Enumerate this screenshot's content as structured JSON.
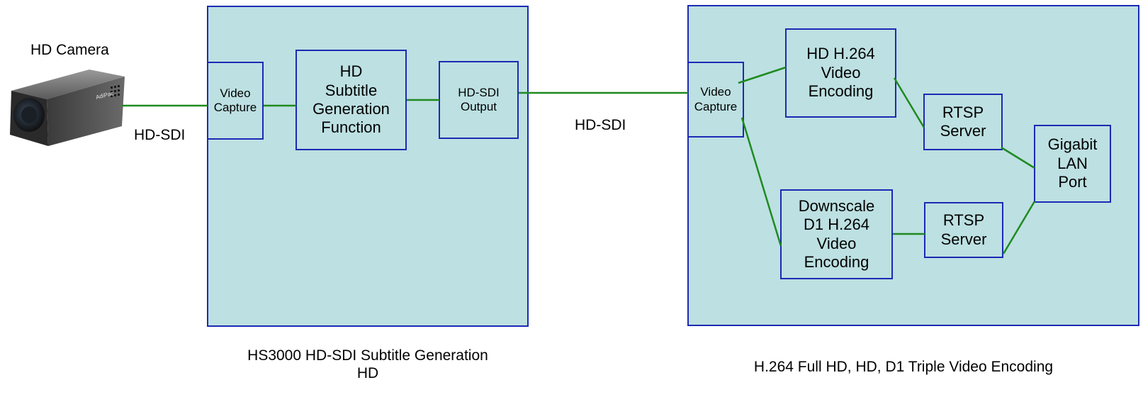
{
  "camera": {
    "label": "HD Camera",
    "brand_mark": "AdiPac"
  },
  "links": {
    "left_cable": "HD-SDI",
    "middle_cable": "HD-SDI"
  },
  "hs3000": {
    "caption": "HS3000 HD-SDI Subtitle Generation\nHD",
    "video_capture": "Video\nCapture",
    "subtitle_generation": "HD\nSubtitle\nGeneration\nFunction",
    "hdsdi_output": "HD-SDI\nOutput"
  },
  "encoder": {
    "caption": "H.264 Full HD, HD, D1 Triple Video Encoding",
    "video_capture": "Video\nCapture",
    "hd_encoding": "HD H.264\nVideo\nEncoding",
    "d1_encoding": "Downscale\nD1 H.264\nVideo\nEncoding",
    "rtsp_server_top": "RTSP\nServer",
    "rtsp_server_bottom": "RTSP\nServer",
    "gigabit_lan": "Gigabit\nLAN\nPort"
  },
  "colors": {
    "panel_fill": "#bde0e2",
    "box_border": "#1c2ab4",
    "wire": "#1f8a1f"
  }
}
